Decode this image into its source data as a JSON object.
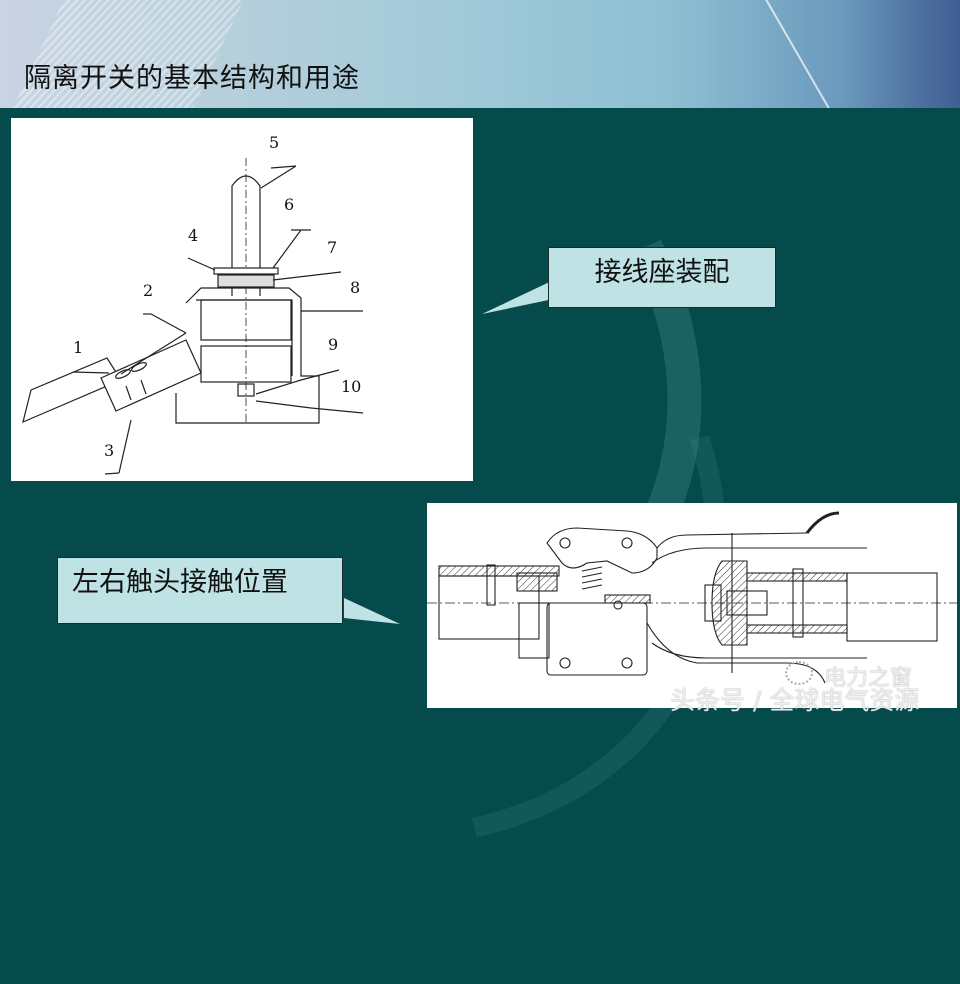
{
  "slide": {
    "title": "隔离开关的基本结构和用途"
  },
  "figure1": {
    "labels": [
      "1",
      "2",
      "3",
      "4",
      "5",
      "6",
      "7",
      "8",
      "9",
      "10"
    ],
    "callout": "接线座装配"
  },
  "figure2": {
    "callout": "左右触头接触位置"
  },
  "watermark": {
    "line1": "电力之窗",
    "line2": "头条号 / 全球电气资源"
  },
  "colors": {
    "background": "#054b4b",
    "callout_fill": "#bfe2e4",
    "header_left": "#c9d3e3",
    "header_right": "#3f5d92"
  }
}
